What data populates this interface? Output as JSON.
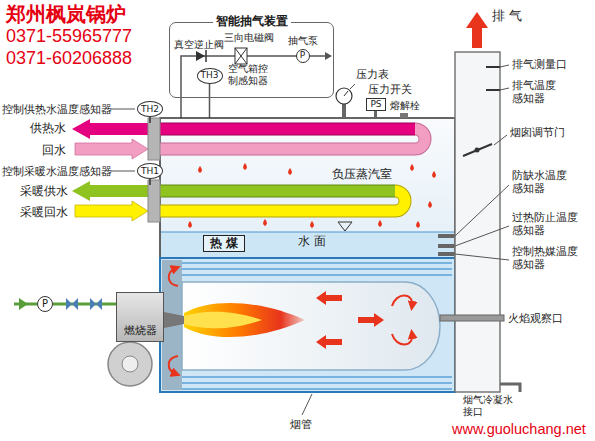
{
  "diagram": {
    "nodes": [
      {
        "text": [
          "智能抽气装置"
        ]
      },
      {
        "text": [
          "TH3"
        ],
        "in": 0
      },
      {
        "text": [
          "P"
        ],
        "in": 0
      },
      {
        "text": [
          "PS"
        ]
      },
      {
        "text": [
          "TH2"
        ]
      },
      {
        "text": [
          "TH1"
        ]
      },
      {
        "text": [
          "负压蒸汽室"
        ]
      },
      {
        "text": [
          "热 煤"
        ],
        "in": 6
      },
      {
        "text": [
          "P"
        ]
      },
      {
        "text": [
          "燃烧器"
        ]
      }
    ],
    "edges": [
      {
        "from": 1,
        "to": 6,
        "arrow": "none"
      },
      {
        "from": 8,
        "to": 9,
        "arrow": "none"
      }
    ],
    "labels": [
      "郑州枫岚锅炉",
      "0371-55965777",
      "0371-60206888",
      "三向电磁阀",
      "真空逆止阀",
      "抽气泵",
      "空气箱控制感知器",
      "压力表",
      "压力开关",
      "熔解栓",
      "排 气",
      "排气测量口",
      "排气温度感知器",
      "烟囱调节门",
      "控制供热水温度感知器",
      "供热水",
      "回水",
      "控制采暖水温度感知器",
      "采暖供水",
      "采暖回水",
      "水 面",
      "防缺水温度感知器",
      "过热防止温度感知器",
      "控制热媒温度感知器",
      "火焰观察口",
      "烟管",
      "烟气冷凝水接口",
      "www.guoluchang.net"
    ]
  }
}
